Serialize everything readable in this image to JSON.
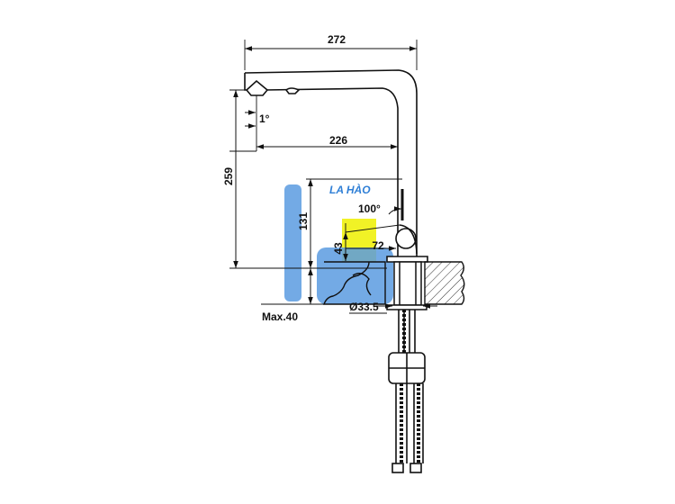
{
  "watermark": {
    "text": "LA HÀO",
    "colors": {
      "blue": "#5b9be0",
      "yellow": "#eef000",
      "text": "#2f7fd6"
    }
  },
  "dimensions": {
    "overall_width": "272",
    "spout_tilt": "1°",
    "spout_reach": "226",
    "total_height": "259",
    "body_height": "131",
    "lever_angle": "100°",
    "lever_height": "43",
    "lever_reach": "72",
    "hole_diameter": "Ø33.5",
    "max_thickness": "Max.40"
  },
  "colors": {
    "line": "#111111",
    "hatch": "#333333"
  }
}
